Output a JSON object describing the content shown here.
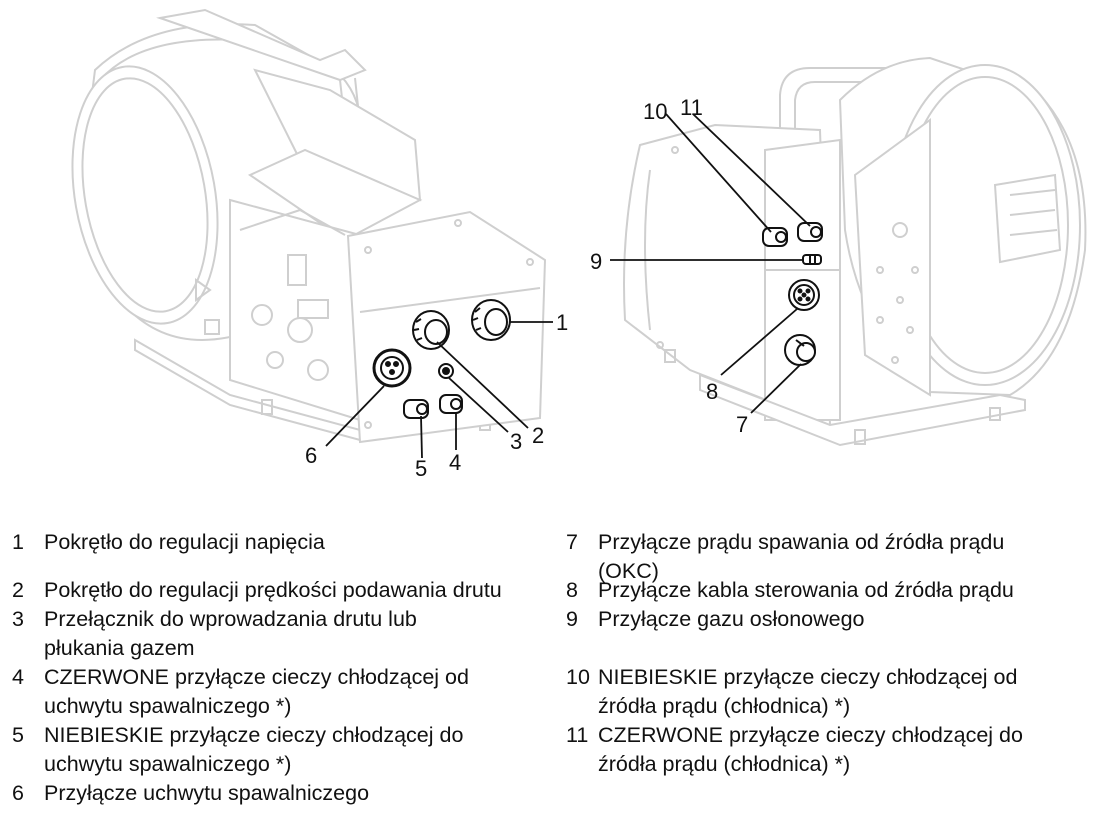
{
  "callouts": {
    "c1": "1",
    "c2": "2",
    "c3": "3",
    "c4": "4",
    "c5": "5",
    "c6": "6",
    "c7": "7",
    "c8": "8",
    "c9": "9",
    "c10": "10",
    "c11": "11"
  },
  "legend": {
    "left": [
      {
        "num": "1",
        "text": "Pokrętło do regulacji napięcia"
      },
      {
        "num": "2",
        "text": "Pokrętło do regulacji prędkości podawania drutu"
      },
      {
        "num": "3",
        "text": "Przełącznik do wprowadzania drutu lub\npłukania gazem"
      },
      {
        "num": "4",
        "text": "CZERWONE przyłącze cieczy chłodzącej od\nuchwytu spawalniczego *)"
      },
      {
        "num": "5",
        "text": "NIEBIESKIE przyłącze cieczy chłodzącej do\nuchwytu spawalniczego *)"
      },
      {
        "num": "6",
        "text": "Przyłącze uchwytu spawalniczego"
      }
    ],
    "right": [
      {
        "num": "7",
        "text": "Przyłącze prądu spawania od źródła prądu\n(OKC)"
      },
      {
        "num": "8",
        "text": "Przyłącze kabla sterowania od źródła prądu"
      },
      {
        "num": "9",
        "text": "Przyłącze gazu osłonowego"
      },
      {
        "num": "10",
        "text": "NIEBIESKIE przyłącze cieczy chłodzącej od\nźródła prądu (chłodnica) *)"
      },
      {
        "num": "11",
        "text": "CZERWONE przyłącze cieczy chłodzącej do\nźródła prądu (chłodnica) *)"
      }
    ]
  }
}
